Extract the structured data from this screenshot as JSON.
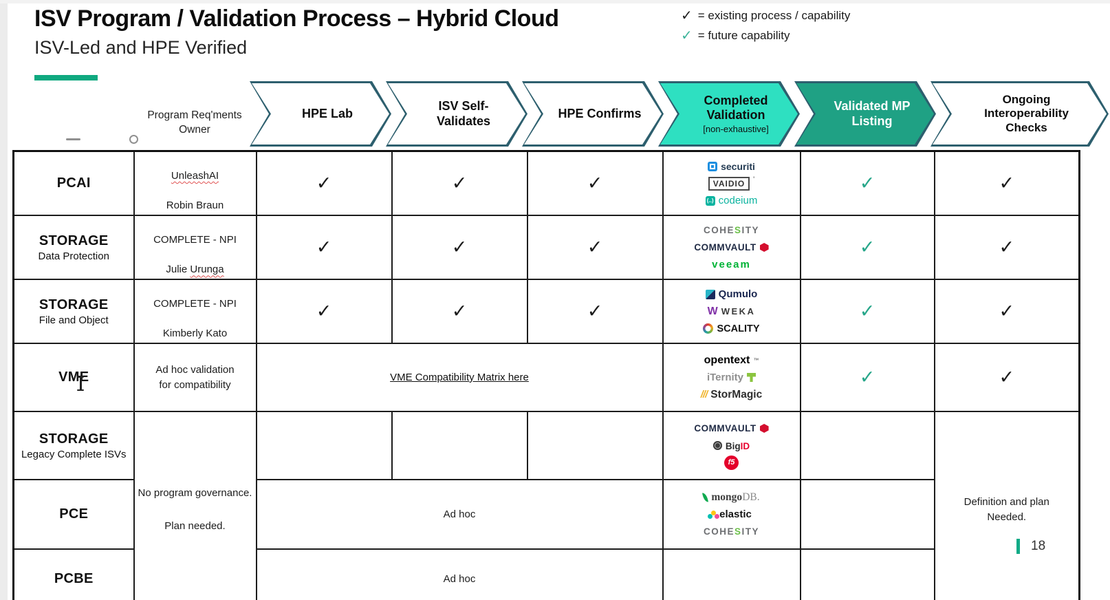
{
  "slide": {
    "title": "ISV Program / Validation Process – Hybrid Cloud",
    "subtitle": "ISV-Led and HPE Verified",
    "page_number": "18"
  },
  "colors": {
    "hpe_green_bar": "#0fa980",
    "chevron_border": "#2d5f6e",
    "chevron_fill_light": "#2ee0c1",
    "chevron_fill_dark": "#1fa184",
    "check_black": "#1b1b1b",
    "check_green": "#26a689"
  },
  "legend": {
    "existing": {
      "mark": "✓",
      "label": "= existing process / capability"
    },
    "future": {
      "mark": "✓",
      "label": "= future capability"
    }
  },
  "marks": {
    "check": "✓"
  },
  "process": {
    "owner_header": "Program Req'ments\nOwner",
    "steps": [
      {
        "label": "HPE Lab"
      },
      {
        "label": "ISV Self-\nValidates"
      },
      {
        "label": "HPE Confirms"
      },
      {
        "label": "Completed\nValidation",
        "caption": "[non-exhaustive]"
      },
      {
        "label": "Validated MP\nListing"
      },
      {
        "label": "Ongoing\nInteroperability\nChecks"
      }
    ]
  },
  "rows": {
    "pcai": {
      "cat": "PCAI",
      "owner1": "UnleashAI",
      "owner2": "Robin Braun"
    },
    "storage_dp": {
      "cat": "STORAGE",
      "sub": "Data Protection",
      "owner1": "COMPLETE - NPI",
      "owner2a": "Julie ",
      "owner2b": "Urunga"
    },
    "storage_fo": {
      "cat": "STORAGE",
      "sub": "File and Object",
      "owner1": "COMPLETE - NPI",
      "owner2": "Kimberly Kato"
    },
    "vme": {
      "cat": "VME",
      "owner": "Ad hoc validation\nfor compatibility",
      "link": "VME Compatibility Matrix here"
    },
    "storage_legacy": {
      "cat": "STORAGE",
      "sub": "Legacy Complete ISVs"
    },
    "pce": {
      "cat": "PCE",
      "adhoc": "Ad hoc"
    },
    "pcbe": {
      "cat": "PCBE",
      "adhoc": "Ad hoc"
    },
    "governance1": "No program governance.",
    "governance2": "Plan needed.",
    "definition": "Definition and plan\nNeeded."
  },
  "logos": {
    "securiti": {
      "text": "securiti"
    },
    "vaidio": {
      "text": "VAIDIO",
      "tick": "'"
    },
    "codeium": {
      "icon_glyph": "(..)",
      "text": "codeium"
    },
    "cohesity": {
      "pre": "COHE",
      "accent": "S",
      "post": "ITY"
    },
    "commvault": {
      "text": "COMMVAULT"
    },
    "veeam": {
      "text": "veeam"
    },
    "qumulo": {
      "text": "Qumulo"
    },
    "weka": {
      "icon_glyph": "W",
      "text": "WEKA"
    },
    "scality": {
      "text": "SCALITY"
    },
    "opentext": {
      "text": "opentext",
      "tm": "™"
    },
    "iternity": {
      "text": "iTernity"
    },
    "stormagic": {
      "icon_glyph": "///",
      "text": "StorMagic"
    },
    "bigid": {
      "pre": "Big",
      "accent": "ID"
    },
    "f5": {
      "text": "f5"
    },
    "mongodb": {
      "pre": "mongo",
      "accent": "DB."
    },
    "elastic": {
      "text": "elastic"
    }
  }
}
